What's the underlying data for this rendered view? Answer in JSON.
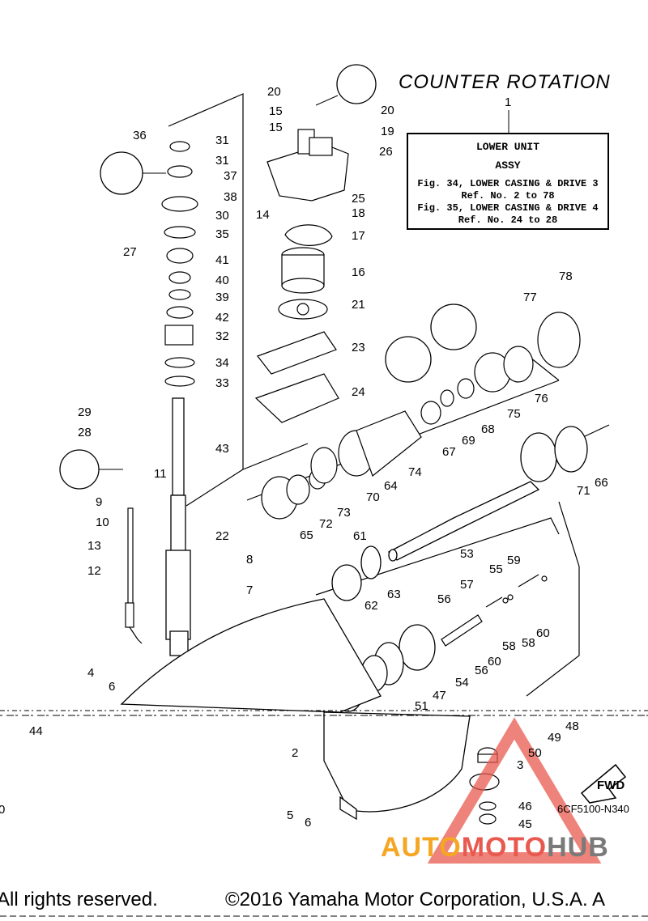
{
  "title": "COUNTER ROTATION",
  "assy": {
    "ref_number": "1",
    "line1": "LOWER UNIT",
    "line2": "ASSY",
    "line3": "Fig. 34, LOWER CASING & DRIVE 3",
    "line4": "Ref. No. 2 to 78",
    "line5": "Fig. 35, LOWER CASING & DRIVE 4",
    "line6": "Ref. No. 24 to 28"
  },
  "drawing_code": "6CF5100-N340",
  "fwd_label": "FWD",
  "footer": {
    "left": "All rights reserved.",
    "right": "©2016 Yamaha Motor Corporation, U.S.A. A"
  },
  "watermark": {
    "part1": "AUTO",
    "part2": "MOTO",
    "part3": "HUB",
    "colors": {
      "orange": "#f5a623",
      "red": "#e85a4f",
      "gray": "#7a7a7a"
    }
  },
  "callouts": [
    {
      "n": "20"
    },
    {
      "n": "15"
    },
    {
      "n": "15"
    },
    {
      "n": "20"
    },
    {
      "n": "19"
    },
    {
      "n": "26"
    },
    {
      "n": "14"
    },
    {
      "n": "25"
    },
    {
      "n": "18"
    },
    {
      "n": "17"
    },
    {
      "n": "16"
    },
    {
      "n": "21"
    },
    {
      "n": "23"
    },
    {
      "n": "24"
    },
    {
      "n": "36"
    },
    {
      "n": "31"
    },
    {
      "n": "31"
    },
    {
      "n": "37"
    },
    {
      "n": "38"
    },
    {
      "n": "30"
    },
    {
      "n": "27"
    },
    {
      "n": "35"
    },
    {
      "n": "41"
    },
    {
      "n": "40"
    },
    {
      "n": "39"
    },
    {
      "n": "42"
    },
    {
      "n": "32"
    },
    {
      "n": "34"
    },
    {
      "n": "33"
    },
    {
      "n": "29"
    },
    {
      "n": "28"
    },
    {
      "n": "43"
    },
    {
      "n": "11"
    },
    {
      "n": "9"
    },
    {
      "n": "10"
    },
    {
      "n": "22"
    },
    {
      "n": "13"
    },
    {
      "n": "12"
    },
    {
      "n": "8"
    },
    {
      "n": "7"
    },
    {
      "n": "4"
    },
    {
      "n": "6"
    },
    {
      "n": "44"
    },
    {
      "n": "78"
    },
    {
      "n": "77"
    },
    {
      "n": "76"
    },
    {
      "n": "75"
    },
    {
      "n": "68"
    },
    {
      "n": "69"
    },
    {
      "n": "67"
    },
    {
      "n": "74"
    },
    {
      "n": "64"
    },
    {
      "n": "70"
    },
    {
      "n": "73"
    },
    {
      "n": "72"
    },
    {
      "n": "65"
    },
    {
      "n": "66"
    },
    {
      "n": "71"
    },
    {
      "n": "61"
    },
    {
      "n": "53"
    },
    {
      "n": "63"
    },
    {
      "n": "62"
    },
    {
      "n": "59"
    },
    {
      "n": "55"
    },
    {
      "n": "57"
    },
    {
      "n": "56"
    },
    {
      "n": "60"
    },
    {
      "n": "58"
    },
    {
      "n": "58"
    },
    {
      "n": "60"
    },
    {
      "n": "56"
    },
    {
      "n": "54"
    },
    {
      "n": "47"
    },
    {
      "n": "51"
    },
    {
      "n": "48"
    },
    {
      "n": "49"
    },
    {
      "n": "2"
    },
    {
      "n": "50"
    },
    {
      "n": "3"
    },
    {
      "n": "46"
    },
    {
      "n": "45"
    },
    {
      "n": "5"
    },
    {
      "n": "6"
    },
    {
      "n": "0"
    }
  ]
}
